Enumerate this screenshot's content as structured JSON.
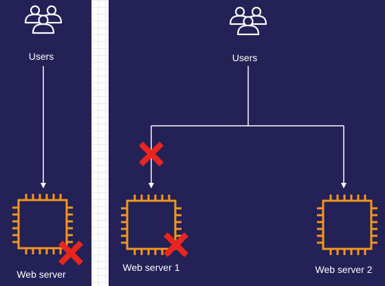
{
  "left_diagram": {
    "users_label": "Users",
    "server_label": "Web server"
  },
  "right_diagram": {
    "users_label": "Users",
    "server1_label": "Web server 1",
    "server2_label": "Web server 2"
  },
  "colors": {
    "panel_background": "#232155",
    "chip_orange": "#F5961E",
    "failure_red": "#E8251E",
    "line_white": "#FFFFFF"
  },
  "icons": {
    "users": "users-group-icon",
    "server": "ec2-instance-chip-icon",
    "failure": "failure-x-icon"
  }
}
